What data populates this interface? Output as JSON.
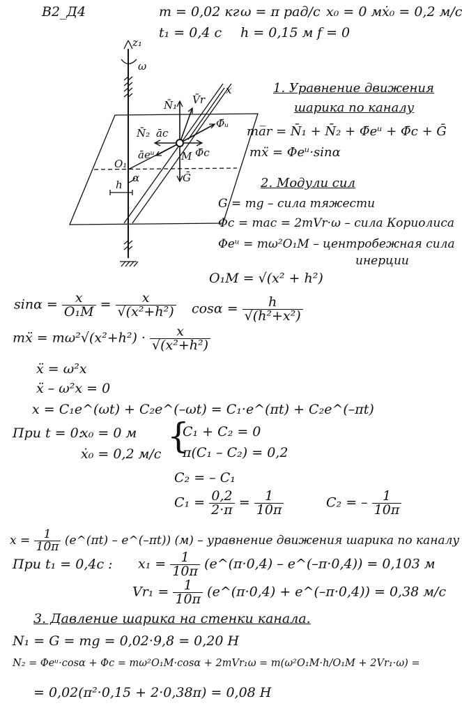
{
  "header": {
    "variant": "В2_Д4",
    "m": "m = 0,02 кг",
    "omega": "ω = π рад/с",
    "x0": "x₀ = 0 м",
    "xdot0": "ẋ₀ = 0,2 м/с",
    "t1": "t₁ = 0,4 с",
    "h": "h = 0,15 м",
    "f": "f = 0"
  },
  "diagram_labels": {
    "z1": "z₁",
    "omega": "ω",
    "x": "x",
    "N1": "N̄₁",
    "Vr": "V̄r",
    "Phi_u": "Φ̄ᵤ",
    "N2": "N̄₂",
    "ac": "āc",
    "ae": "āeᵘ",
    "M": "M",
    "Phic": "Φ̄c",
    "O1": "O₁",
    "alpha": "α",
    "G": "Ḡ",
    "h": "h"
  },
  "section1": {
    "title_1": "1. Уравнение движения",
    "title_2": "шарика по каналу",
    "eq1": "ma̅r = N̄₁ + N̄₂ + Φ̄eᵘ + Φ̄c + Ḡ",
    "eq2": "mẍ = Φeᵘ·sinα"
  },
  "section2": {
    "title": "2. Модули сил",
    "line1": "G = mg – сила тяжести",
    "line2": "Φc = mac = 2mVr·ω – сила Кориолиса",
    "line3": "Φeᵘ = mω²O₁M – центробежная сила",
    "line4": "инерции"
  },
  "derivation": {
    "o1m": "O₁M = √(x² + h²)",
    "sin_lhs": "sinα =",
    "sin_n1": "x",
    "sin_d1": "O₁M",
    "sin_n2": "x",
    "sin_d2": "√(x²+h²)",
    "cos_lhs": "cosα =",
    "cos_n": "h",
    "cos_d": "√(h²+x²)",
    "mx_lhs": "mẍ = mω²√(x²+h²) ·",
    "mx_n": "x",
    "mx_d": "√(x²+h²)",
    "eq_a": "ẍ = ω²x",
    "eq_b": "ẍ – ω²x = 0",
    "eq_c": "x = C₁e^(ωt) + C₂e^(–ωt) = C₁·e^(πt) + C₂e^(–πt)"
  },
  "initial": {
    "label": "При t = 0:",
    "x0": "x₀ = 0 м",
    "xdot0": "ẋ₀ = 0,2 м/с",
    "sys1": "C₁ + C₂ = 0",
    "sys2": "π(C₁ – C₂) = 0,2",
    "c2": "C₂ = – C₁",
    "c1_lhs": "C₁ =",
    "c1_n": "0,2",
    "c1_d": "2·π",
    "c1_eq": "=",
    "c1_n2": "1",
    "c1_d2": "10π",
    "c2b_lhs": "C₂ = –",
    "c2b_n": "1",
    "c2b_d": "10π"
  },
  "solution": {
    "x_lhs": "x =",
    "x_n": "1",
    "x_d": "10π",
    "x_rest": "(e^(πt) – e^(–πt))  (м)  – уравнение движения шарика по каналу",
    "t1_label": "При t₁ = 0,4с :",
    "x1_lhs": "x₁ =",
    "x1_n": "1",
    "x1_d": "10π",
    "x1_rest": "(e^(π·0,4) – e^(–π·0,4)) = 0,103 м",
    "v1_lhs": "Vr₁ =",
    "v1_n": "1",
    "v1_d": "10π",
    "v1_rest": "(e^(π·0,4) + e^(–π·0,4)) = 0,38 м/с"
  },
  "section3": {
    "title": "3. Давление шарика на стенки канала.",
    "n1": "N₁ = G = mg = 0,02·9,8 = 0,20 H",
    "n2": "N₂ = Φeᵘ·cosα + Φc = mω²O₁M·cosα + 2mVr₁ω = m(ω²O₁M·h/O₁M + 2Vr₁·ω) =",
    "n2_result": "= 0,02(π²·0,15 + 2·0,38π) = 0,08 H"
  }
}
